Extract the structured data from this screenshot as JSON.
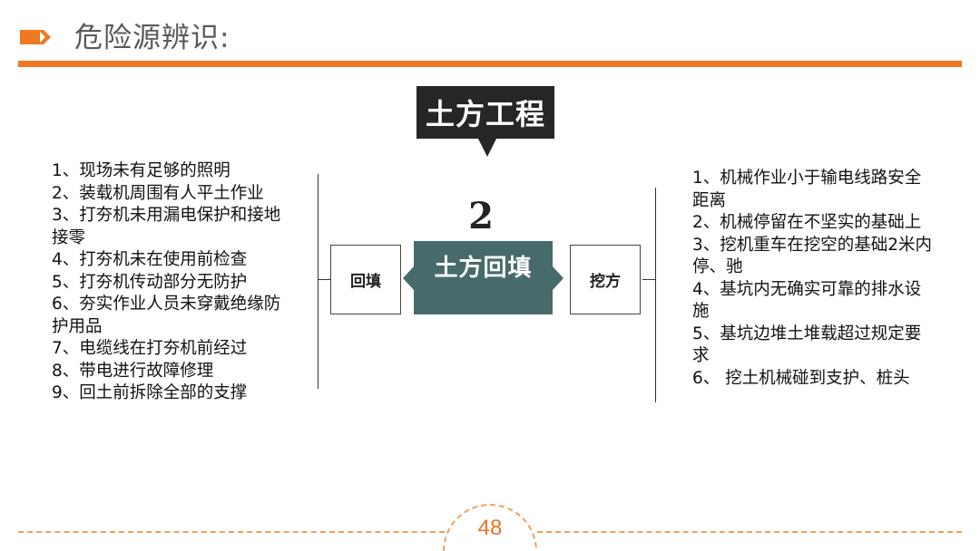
{
  "header": {
    "title": "危险源辨识:",
    "accent_color": "#f07820",
    "icon": "chevron-arrow-icon"
  },
  "diagram": {
    "title": "土方工程",
    "step_number": "2",
    "center": "土方回填",
    "left_box": "回填",
    "right_box": "挖方",
    "center_color": "#476b6b",
    "title_color": "#262626"
  },
  "left_items": [
    "1、现场未有足够的照明",
    "2、装载机周围有人平土作业",
    "3、打夯机未用漏电保护和接地接零",
    "4、打夯机未在使用前检查",
    "5、打夯机传动部分无防护",
    "6、夯实作业人员未穿戴绝缘防护用品",
    "7、电缆线在打夯机前经过",
    "8、带电进行故障修理",
    "9、回土前拆除全部的支撑"
  ],
  "right_items": [
    "1、机械作业小于输电线路安全距离",
    "2、机械停留在不坚实的基础上",
    "3、挖机重车在挖空的基础2米内停、驰",
    "4、基坑内无确实可靠的排水设施",
    "5、基坑边堆土堆载超过规定要求",
    "6、 挖土机械碰到支护、桩头"
  ],
  "footer": {
    "page_number": "48",
    "accent_color": "#e8742a"
  }
}
